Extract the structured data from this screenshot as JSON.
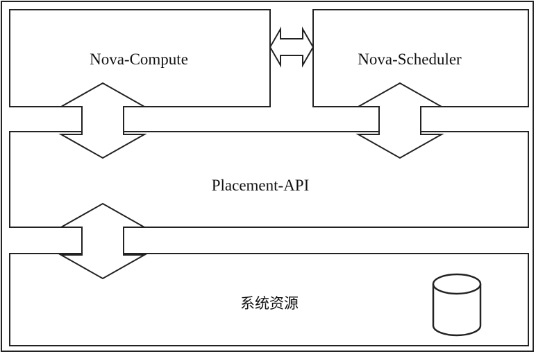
{
  "diagram": {
    "nova_compute_label": "Nova-Compute",
    "nova_scheduler_label": "Nova-Scheduler",
    "placement_api_label": "Placement-API",
    "system_resources_label": "系统资源"
  },
  "colors": {
    "line": "#222222",
    "fill": "#ffffff"
  },
  "icons": {
    "database": "database-icon"
  }
}
